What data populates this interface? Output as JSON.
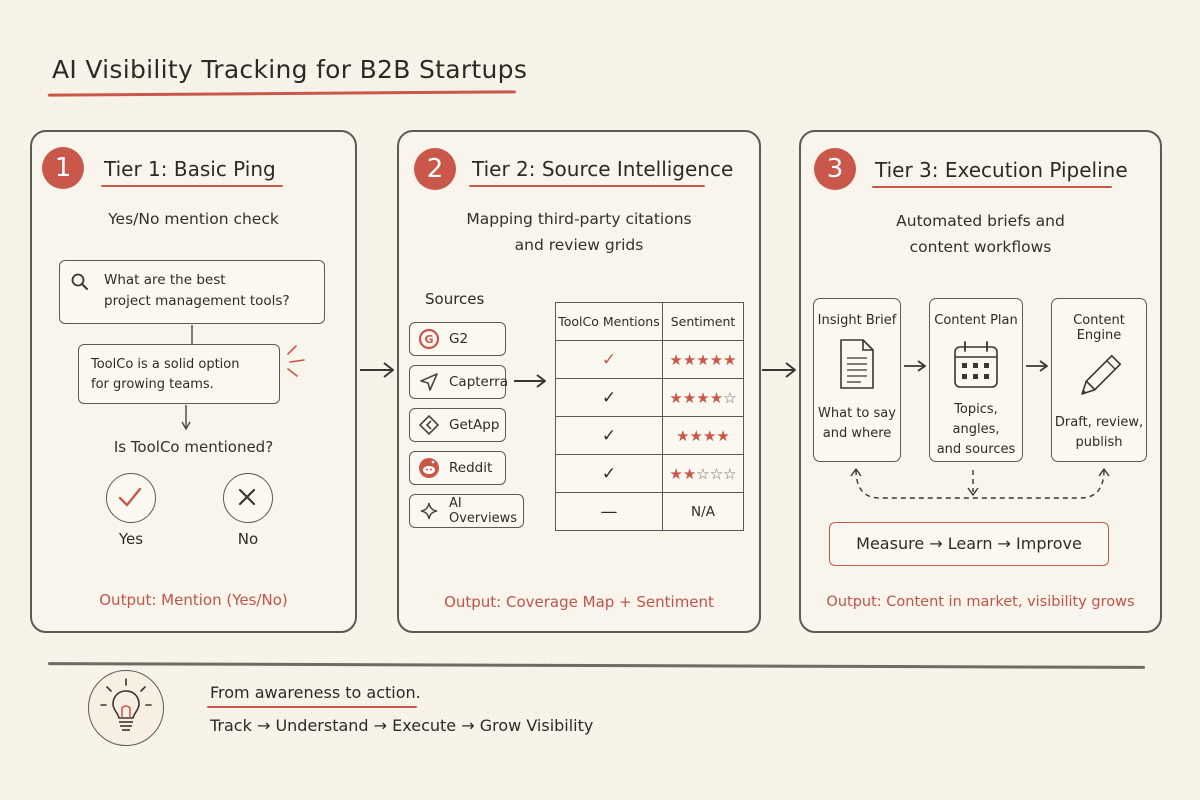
{
  "title": "AI Visibility Tracking for B2B Startups",
  "colors": {
    "accent": "#c9574a",
    "ink": "#2e2b27",
    "paper": "#f8f3e9"
  },
  "tiers": [
    {
      "number": "1",
      "title": "Tier 1: Basic Ping",
      "subtitle": "Yes/No mention check",
      "query_icon": "search-icon",
      "query_line1": "What are the best",
      "query_line2": "project management tools?",
      "answer_line1": "ToolCo is a solid option",
      "answer_line2": "for growing teams.",
      "question": "Is ToolCo mentioned?",
      "yes_label": "Yes",
      "no_label": "No",
      "output": "Output: Mention (Yes/No)"
    },
    {
      "number": "2",
      "title": "Tier 2: Source Intelligence",
      "subtitle_line1": "Mapping third-party citations",
      "subtitle_line2": "and review grids",
      "sources_label": "Sources",
      "sources": [
        {
          "name": "G2",
          "icon": "g2-icon"
        },
        {
          "name": "Capterra",
          "icon": "capterra-icon"
        },
        {
          "name": "GetApp",
          "icon": "getapp-icon"
        },
        {
          "name": "Reddit",
          "icon": "reddit-icon"
        },
        {
          "name": "AI Overviews",
          "icon": "sparkle-icon"
        }
      ],
      "table_headers": [
        "ToolCo Mentions",
        "Sentiment"
      ],
      "table_rows": [
        {
          "mention": "✓",
          "stars_on": "★★★★★",
          "stars_off": "",
          "rating": 5
        },
        {
          "mention": "✓",
          "stars_on": "★★★★",
          "stars_off": "☆",
          "rating": 4
        },
        {
          "mention": "✓",
          "stars_on": "★★★★",
          "stars_off": "",
          "rating": 4
        },
        {
          "mention": "✓",
          "stars_on": "★★",
          "stars_off": "☆☆☆",
          "rating": 2.5
        },
        {
          "mention": "—",
          "stars_on": "",
          "stars_off": "",
          "rating": null,
          "text": "N/A"
        }
      ],
      "output": "Output: Coverage Map + Sentiment"
    },
    {
      "number": "3",
      "title": "Tier 3: Execution Pipeline",
      "subtitle_line1": "Automated briefs and",
      "subtitle_line2": "content workflows",
      "stages": [
        {
          "title": "Insight Brief",
          "icon": "document-icon",
          "desc1": "What to say",
          "desc2": "and where"
        },
        {
          "title": "Content Plan",
          "icon": "calendar-icon",
          "desc1": "Topics, angles,",
          "desc2": "and sources"
        },
        {
          "title": "Content Engine",
          "icon": "pencil-icon",
          "desc1": "Draft, review,",
          "desc2": "publish"
        }
      ],
      "loop_label": "Measure → Learn → Improve",
      "output": "Output: Content in market, visibility grows"
    }
  ],
  "footer": {
    "icon": "lightbulb-icon",
    "heading": "From awareness to action.",
    "steps": "Track → Understand → Execute → Grow Visibility"
  }
}
